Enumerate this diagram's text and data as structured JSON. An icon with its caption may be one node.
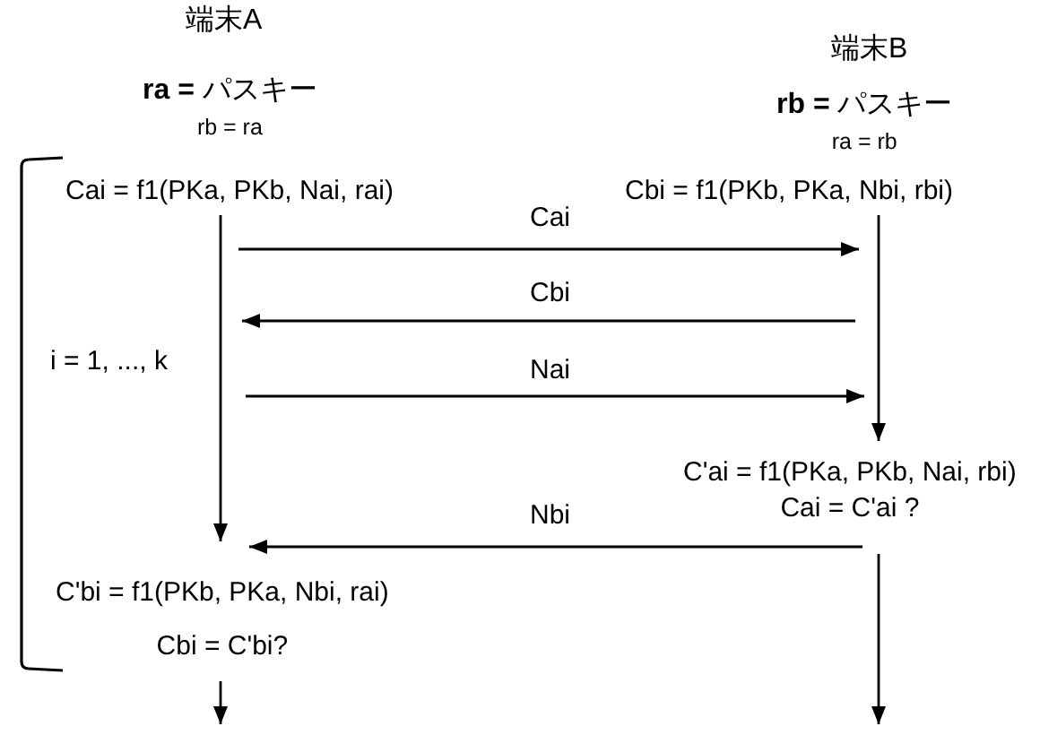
{
  "diagram": {
    "nodes": [
      {
        "text": [
          "端末A"
        ]
      },
      {
        "text": [
          "**ra =** パスキー",
          "rb = ra"
        ]
      },
      {
        "text": [
          "端末B"
        ]
      },
      {
        "text": [
          "**rb =** パスキー",
          "ra = rb"
        ]
      },
      {
        "text": [
          "Cai = f1(PKa, PKb, Nai, rai)"
        ]
      },
      {
        "text": [
          "Cbi = f1(PKb, PKa, Nbi, rbi)"
        ]
      },
      {
        "text": [
          "C'ai = f1(PKa, PKb, Nai, rbi)",
          "Cai = C'ai ?"
        ]
      },
      {
        "text": [
          "C'bi = f1(PKb, PKa, Nbi, rai)",
          "Cbi = C'bi?"
        ]
      }
    ],
    "edges": [
      {
        "from": 4,
        "to": 7,
        "arrow": "to"
      },
      {
        "from": 4,
        "to": 5,
        "label": "Cai",
        "arrow": "to"
      },
      {
        "from": 5,
        "to": 4,
        "label": "Cbi",
        "arrow": "to"
      },
      {
        "from": null,
        "to": 6,
        "label": "Nai",
        "arrow": "to"
      },
      {
        "from": 5,
        "to": 6,
        "arrow": "to"
      },
      {
        "from": 6,
        "to": 7,
        "label": "Nbi",
        "arrow": "to"
      },
      {
        "from": 7,
        "to": null,
        "arrow": "to"
      },
      {
        "from": 6,
        "to": null,
        "arrow": "to"
      }
    ],
    "labels": [
      "i = 1, ..., k"
    ]
  }
}
